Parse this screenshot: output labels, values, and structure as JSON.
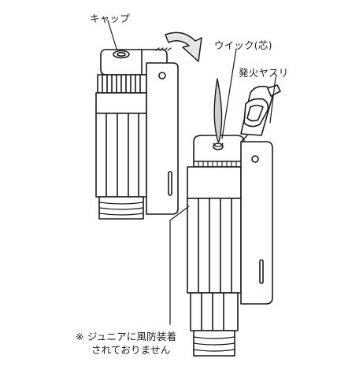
{
  "labels": {
    "cap": "キャップ",
    "wick": "ウイック(芯)",
    "rasp": "発火ヤスリ",
    "note_line1": "※ ジュニアに風防装着",
    "note_line2": "されておりません"
  },
  "colors": {
    "stroke": "#1a1a1a",
    "fill": "#ffffff",
    "flame": "#d0d0d0",
    "arrow": "#e6e6e6"
  }
}
